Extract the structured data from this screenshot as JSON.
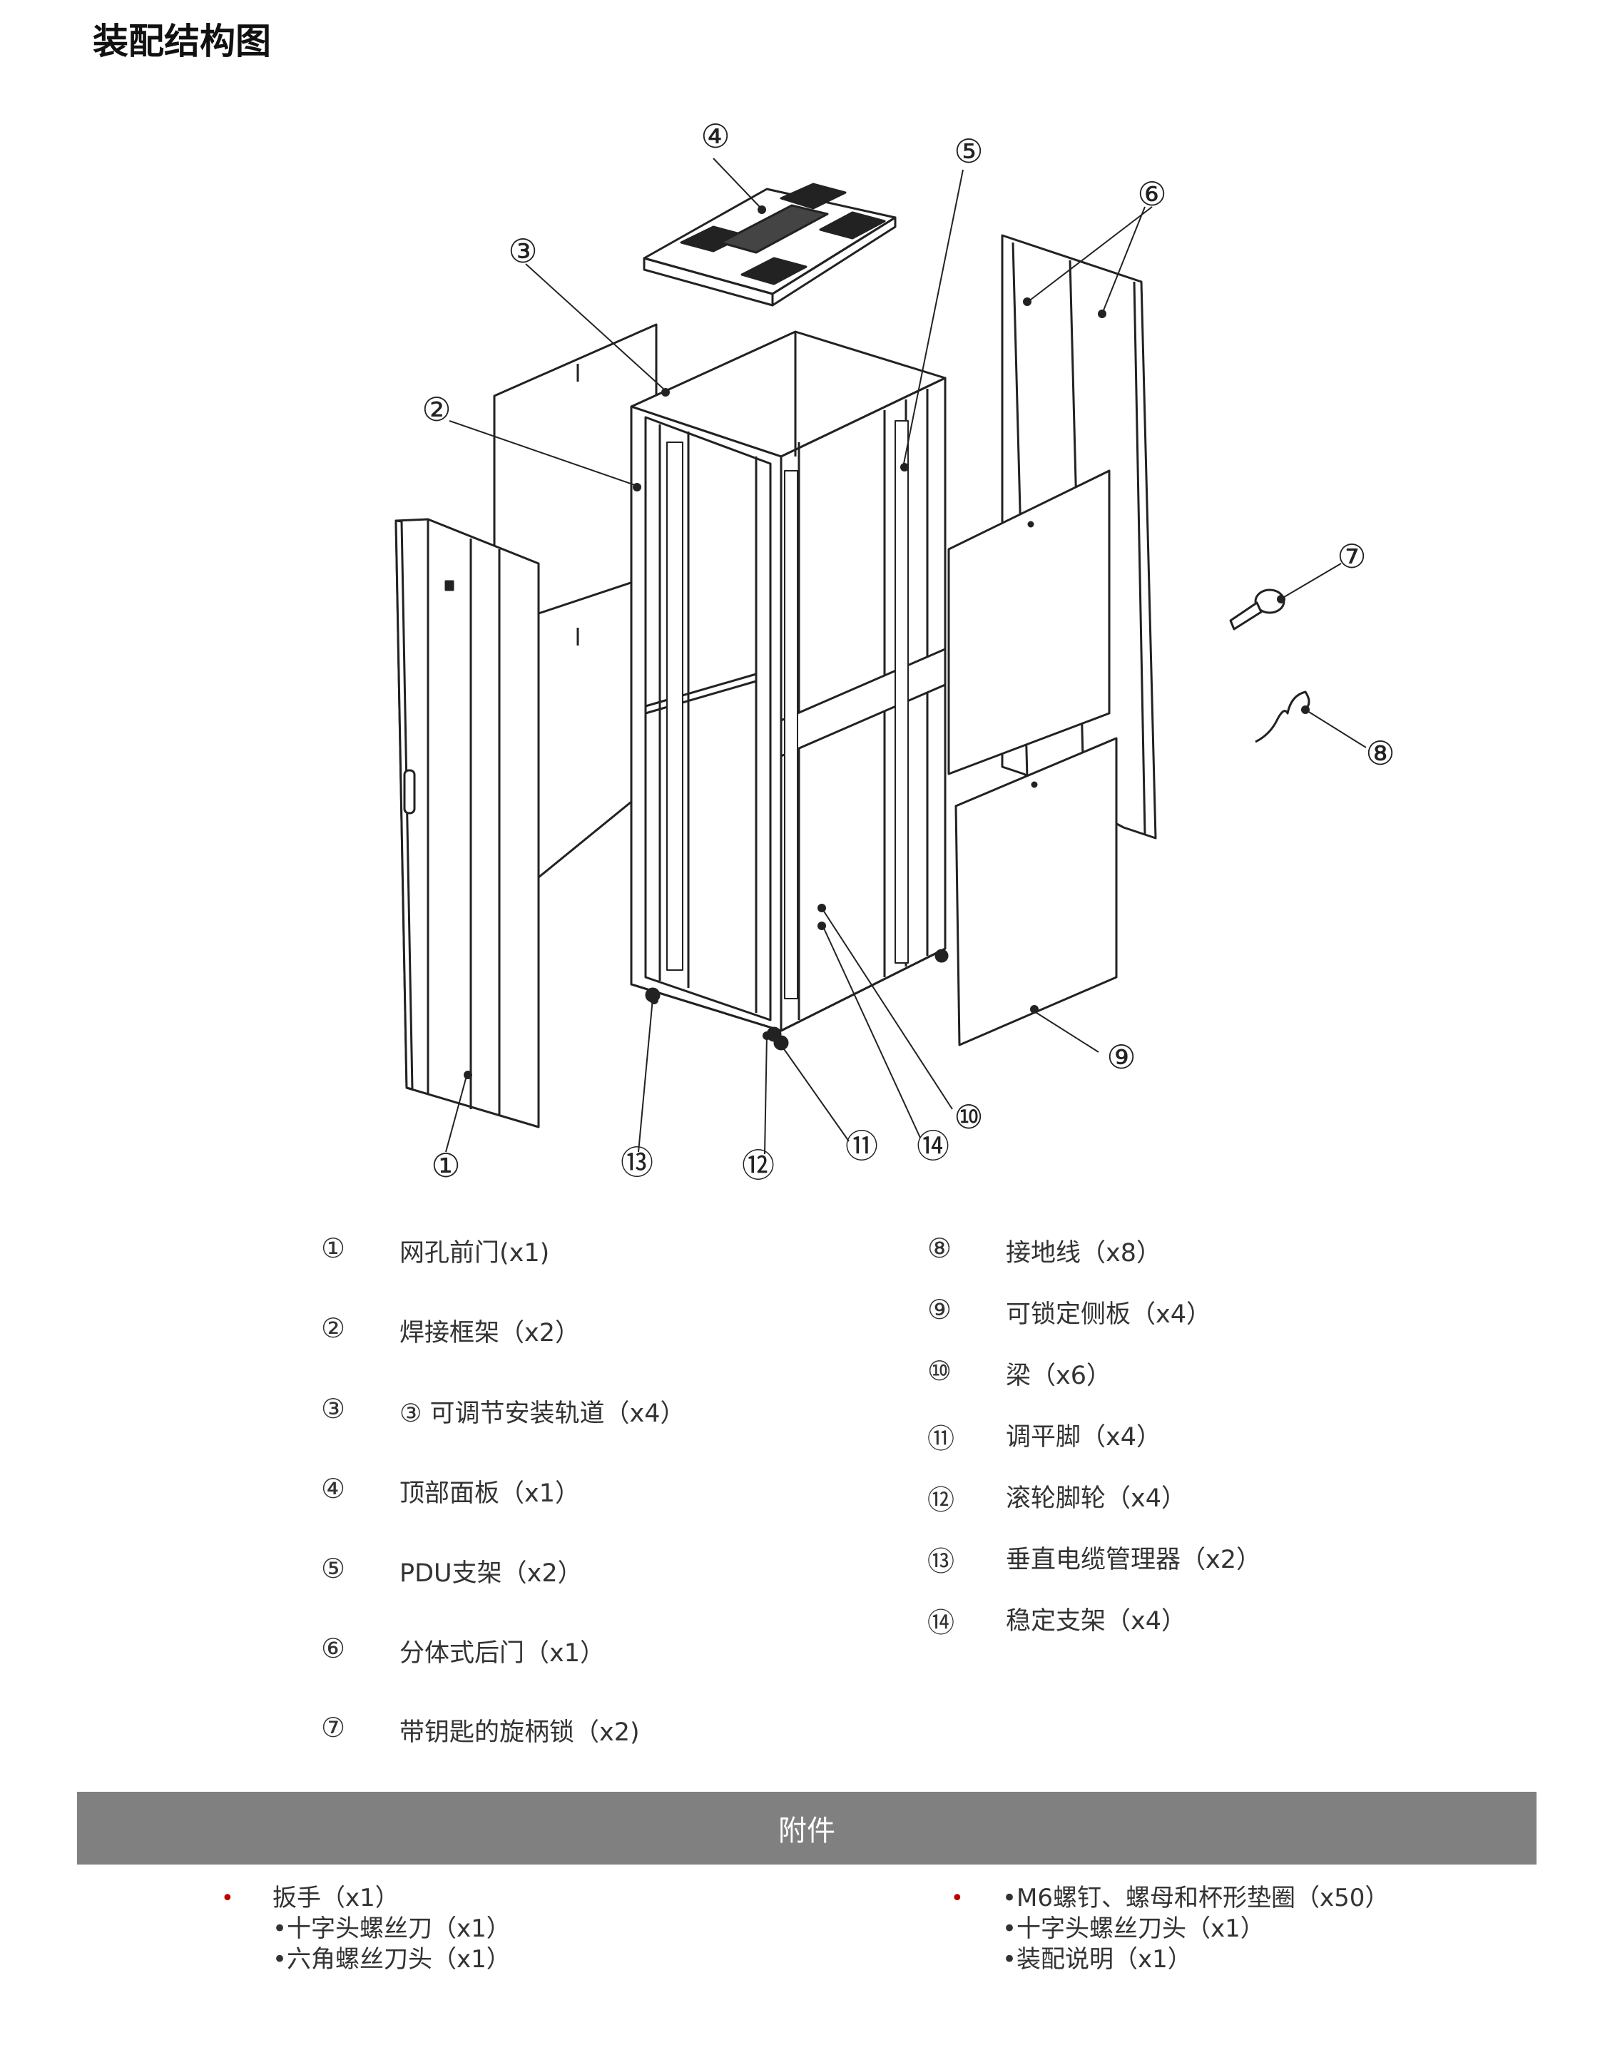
{
  "page_title": "装配结构图",
  "callouts": [
    "①",
    "②",
    "③",
    "④",
    "⑤",
    "⑥",
    "⑦",
    "⑧",
    "⑨",
    "⑩",
    "⑪",
    "⑫",
    "⑬",
    "⑭"
  ],
  "legend_left": [
    {
      "num": "①",
      "label": "网孔前门(x1)"
    },
    {
      "num": "②",
      "label": "焊接框架（x2）"
    },
    {
      "num": "③",
      "label": "③ 可调节安装轨道（x4）"
    },
    {
      "num": "④",
      "label": "顶部面板（x1）"
    },
    {
      "num": "⑤",
      "label": "PDU支架（x2）"
    },
    {
      "num": "⑥",
      "label": "分体式后门（x1）"
    },
    {
      "num": "⑦",
      "label": "带钥匙的旋柄锁（x2)"
    }
  ],
  "legend_right": [
    {
      "num": "⑧",
      "label": "接地线（x8）"
    },
    {
      "num": "⑨",
      "label": "可锁定侧板（x4）"
    },
    {
      "num": "⑩",
      "label": "梁（x6）"
    },
    {
      "num": "⑪",
      "label": "调平脚（x4）"
    },
    {
      "num": "⑫",
      "label": "滚轮脚轮（x4）"
    },
    {
      "num": "⑬",
      "label": "垂直电缆管理器（x2）"
    },
    {
      "num": "⑭",
      "label": "稳定支架（x4）"
    }
  ],
  "accessories": {
    "title": "附件",
    "left": [
      "扳手（x1）",
      "•十字头螺丝刀（x1）",
      "•六角螺丝刀头（x1）"
    ],
    "right": [
      "•M6螺钉、螺母和杯形垫圈（x50）",
      "•十字头螺丝刀头（x1）",
      "•装配说明（x1）"
    ],
    "bullet": "•",
    "bullet_color": "#c00000",
    "bar_color": "#808080"
  }
}
